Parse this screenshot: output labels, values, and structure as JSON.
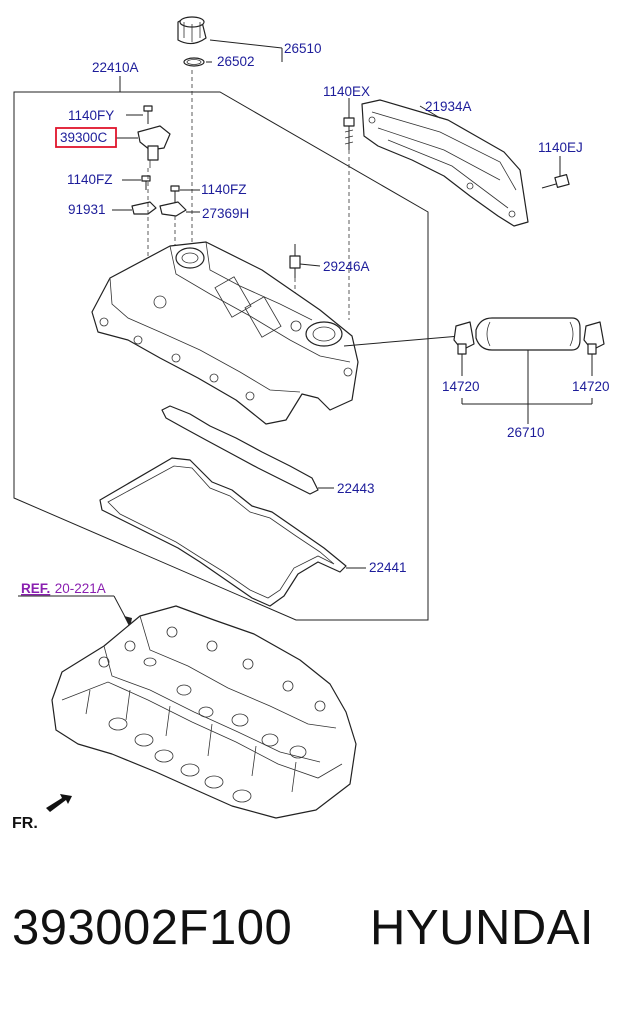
{
  "diagram": {
    "highlight_color": "#e0142c",
    "label_color": "#1d1d9a",
    "ref_color": "#8a1fb0",
    "labels": {
      "p26510": "26510",
      "p26502": "26502",
      "p22410A": "22410A",
      "p1140EX": "1140EX",
      "p21934A": "21934A",
      "p1140FY": "1140FY",
      "p39300C": "39300C",
      "p1140EJ": "1140EJ",
      "p1140FZ_left": "1140FZ",
      "p1140FZ_right": "1140FZ",
      "p91931": "91931",
      "p27369H": "27369H",
      "p29246A": "29246A",
      "p14720_left": "14720",
      "p14720_right": "14720",
      "p26710": "26710",
      "p22443": "22443",
      "p22441": "22441"
    },
    "reference": {
      "prefix": "REF.",
      "code": "20-221A"
    },
    "front_indicator": "FR."
  },
  "caption": {
    "part_number": "393002F100",
    "brand": "HYUNDAI"
  }
}
